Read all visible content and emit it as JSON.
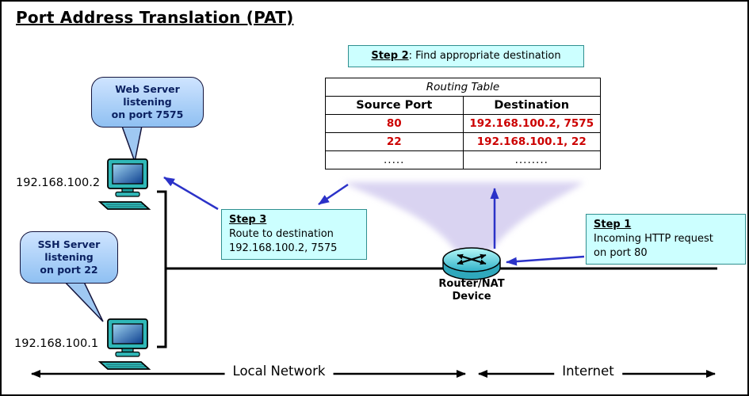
{
  "title": "Port Address Translation (PAT)",
  "colors": {
    "highlight_red": "#cc0000",
    "callout_bg": "#ccffff",
    "bubble_blue": "#99ccff",
    "arrow_blue": "#2b32c8",
    "funnel_lavender": "#d5cff0",
    "computer_teal": "#2fb8b8"
  },
  "step1": {
    "label": "Step 1",
    "lines": [
      "Incoming HTTP request",
      "on port 80"
    ]
  },
  "step2": {
    "label": "Step 2",
    "text": ": Find appropriate destination"
  },
  "step3": {
    "label": "Step 3",
    "lines": [
      "Route to destination",
      "192.168.100.2, 7575"
    ]
  },
  "routing_table": {
    "title": "Routing Table",
    "headers": [
      "Source Port",
      "Destination"
    ],
    "rows": [
      {
        "source": "80",
        "dest": "192.168.100.2, 7575"
      },
      {
        "source": "22",
        "dest": "192.168.100.1, 22"
      },
      {
        "source": ".....",
        "dest": "........"
      }
    ]
  },
  "router": {
    "label_line1": "Router/NAT",
    "label_line2": "Device"
  },
  "servers": [
    {
      "ip": "192.168.100.2",
      "bubble_lines": [
        "Web Server",
        "listening",
        "on port 7575"
      ]
    },
    {
      "ip": "192.168.100.1",
      "bubble_lines": [
        "SSH Server",
        "listening",
        "on port 22"
      ]
    }
  ],
  "zones": {
    "local": "Local Network",
    "internet": "Internet"
  }
}
